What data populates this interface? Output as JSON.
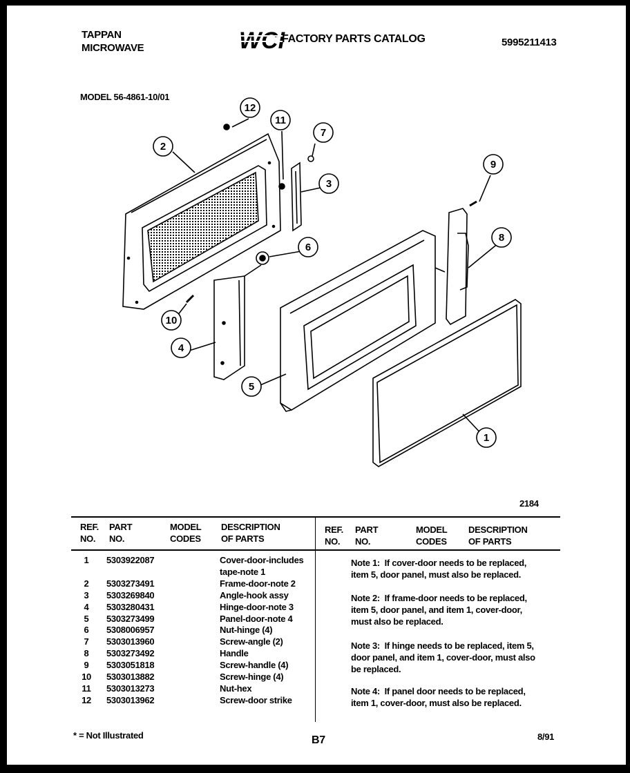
{
  "header": {
    "brand": "TAPPAN",
    "product": "MICROWAVE",
    "logo_text": "WCI",
    "catalog_title": "FACTORY PARTS CATALOG",
    "catalog_number": "5995211413",
    "model": "MODEL 56-4861-10/01"
  },
  "diagram": {
    "callouts": [
      "1",
      "2",
      "3",
      "4",
      "5",
      "6",
      "7",
      "8",
      "9",
      "10",
      "11",
      "12"
    ],
    "figure_code": "2184"
  },
  "table": {
    "headers": {
      "ref": "REF.\nNO.",
      "part": "PART\nNO.",
      "model": "MODEL\nCODES",
      "desc": "DESCRIPTION\nOF PARTS",
      "ref2": "REF.\nNO.",
      "part2": "PART\nNO.",
      "model2": "MODEL\nCODES",
      "desc2": "DESCRIPTION\nOF PARTS"
    },
    "rows": [
      {
        "ref": "1",
        "part": "5303922087",
        "desc": "Cover-door-includes\ntape-note 1"
      },
      {
        "ref": "2",
        "part": "5303273491",
        "desc": "Frame-door-note 2"
      },
      {
        "ref": "3",
        "part": "5303269840",
        "desc": "Angle-hook assy"
      },
      {
        "ref": "4",
        "part": "5303280431",
        "desc": "Hinge-door-note 3"
      },
      {
        "ref": "5",
        "part": "5303273499",
        "desc": "Panel-door-note 4"
      },
      {
        "ref": "6",
        "part": "5308006957",
        "desc": "Nut-hinge (4)"
      },
      {
        "ref": "7",
        "part": "5303013960",
        "desc": "Screw-angle (2)"
      },
      {
        "ref": "8",
        "part": "5303273492",
        "desc": "Handle"
      },
      {
        "ref": "9",
        "part": "5303051818",
        "desc": "Screw-handle (4)"
      },
      {
        "ref": "10",
        "part": "5303013882",
        "desc": "Screw-hinge (4)"
      },
      {
        "ref": "11",
        "part": "5303013273",
        "desc": "Nut-hex"
      },
      {
        "ref": "12",
        "part": "5303013962",
        "desc": "Screw-door strike"
      }
    ],
    "notes": [
      "Note 1:  If cover-door needs to be replaced,\nitem 5, door panel, must also be replaced.",
      "Note 2:  If frame-door needs to be replaced,\nitem 5, door panel, and item 1, cover-door,\nmust also be replaced.",
      "Note 3:  If hinge needs to be replaced, item 5,\ndoor panel, and item 1, cover-door, must also\nbe replaced.",
      "Note 4:  If panel door needs to be replaced,\nitem 1, cover-door, must also be replaced."
    ]
  },
  "footer": {
    "legend": "* = Not Illustrated",
    "page": "B7",
    "date": "8/91"
  }
}
